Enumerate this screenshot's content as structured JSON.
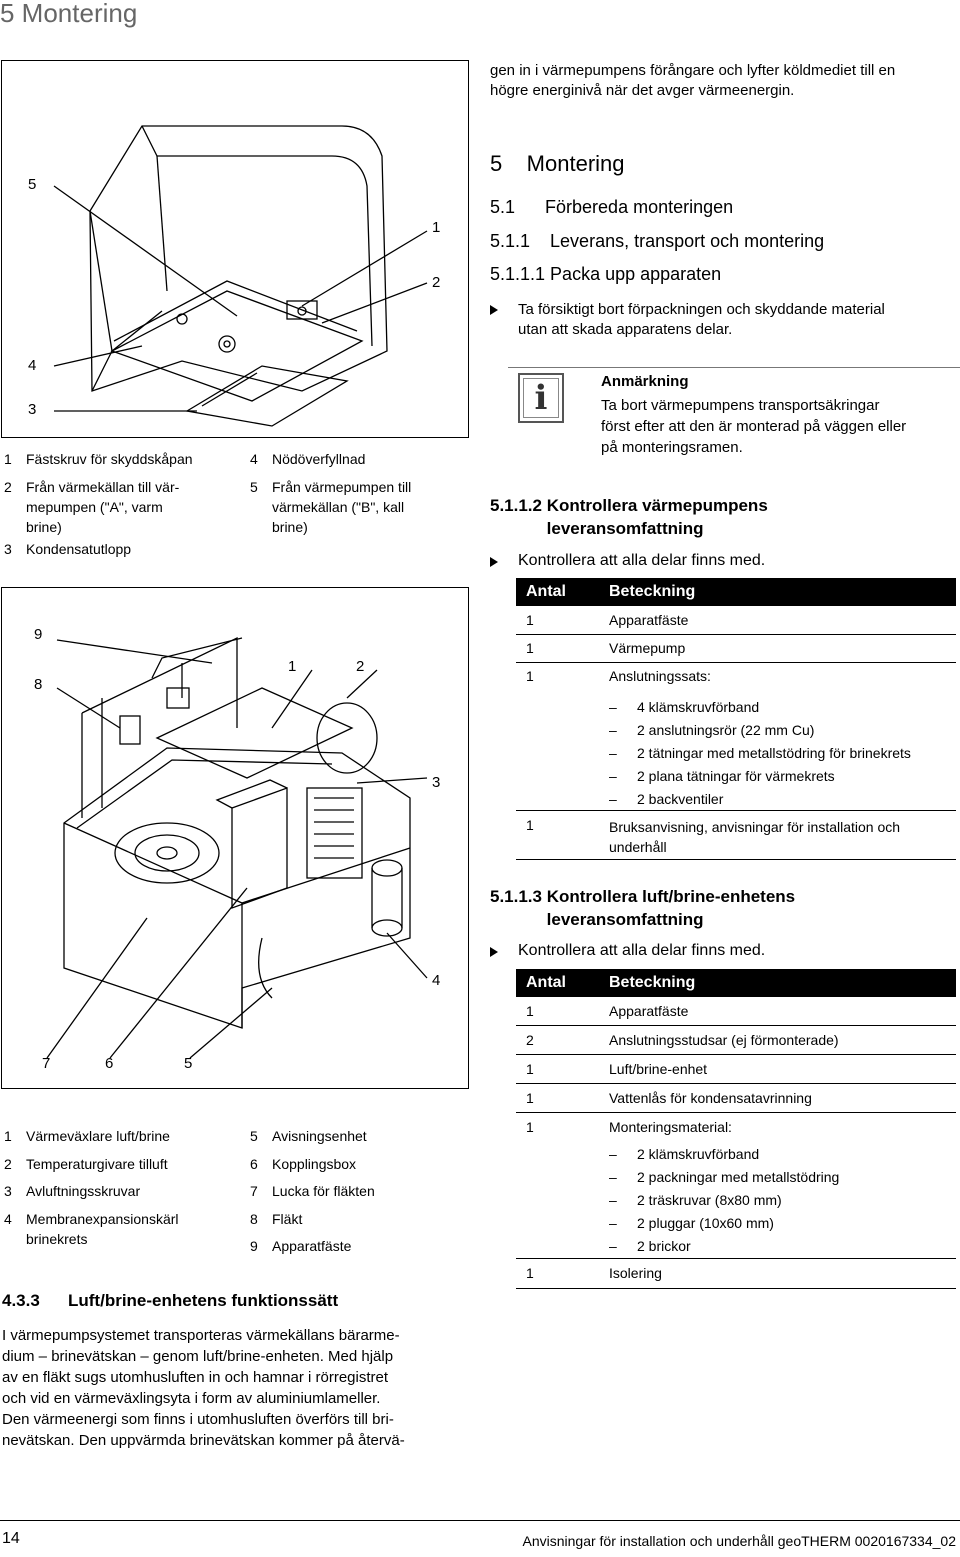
{
  "header": {
    "title": "5 Montering"
  },
  "figure1": {
    "callouts": [
      "5",
      "1",
      "2",
      "4",
      "3"
    ],
    "legend": [
      {
        "n": "1",
        "t": "Fästskruv för skyddskåpan"
      },
      {
        "n": "2",
        "t": "Från värmekällan till vär-\nmepumpen (\"A\", varm\nbrine)"
      },
      {
        "n": "3",
        "t": "Kondensatutlopp"
      },
      {
        "n": "4",
        "t": "Nödöverfyllnad"
      },
      {
        "n": "5",
        "t": "Från värmepumpen till\nvärmekällan (\"B\", kall\nbrine)"
      }
    ]
  },
  "figure2": {
    "callouts": [
      "9",
      "8",
      "1",
      "2",
      "3",
      "4",
      "7",
      "6",
      "5"
    ],
    "legend": [
      {
        "n": "1",
        "t": "Värmeväxlare luft/brine"
      },
      {
        "n": "2",
        "t": "Temperaturgivare tilluft"
      },
      {
        "n": "3",
        "t": "Avluftningsskruvar"
      },
      {
        "n": "4",
        "t": "Membranexpansionskärl\nbrinekrets"
      },
      {
        "n": "5",
        "t": "Avisningsenhet"
      },
      {
        "n": "6",
        "t": "Kopplingsbox"
      },
      {
        "n": "7",
        "t": "Lucka för fläkten"
      },
      {
        "n": "8",
        "t": "Fläkt"
      },
      {
        "n": "9",
        "t": "Apparatfäste"
      }
    ]
  },
  "left": {
    "section_num": "4.3.3",
    "section_title": "Luft/brine-enhetens funktionssätt",
    "body": "I värmepumpsystemet transporteras värmekällans bärarme-\ndium – brinevätskan – genom luft/brine-enheten. Med hjälp\nav en fläkt sugs utomhusluften in och hamnar i rörregistret\noch vid en värmeväxlingsyta i form av aluminiumlameller.\nDen värmeenergi som finns i utomhusluften överförs till bri-\nnevätskan. Den uppvärmda brinevätskan kommer på återvä-"
  },
  "right": {
    "intro": "gen in i värmepumpens förångare och lyfter köldmediet till en\nhögre energinivå när det avger värmeenergin.",
    "h_5": "5    Montering",
    "h_51": "5.1      Förbereda monteringen",
    "h_511": "5.1.1    Leverans, transport och montering",
    "h_5111": "5.1.1.1 Packa upp apparaten",
    "step1": "Ta försiktigt bort förpackningen och skyddande material\nutan att skada apparatens delar.",
    "note_title": "Anmärkning",
    "note_body": "Ta bort värmepumpens transportsäkringar\nförst efter att den är monterad på väggen eller\npå monteringsramen.",
    "note_icon_letter": "i",
    "h_5112": "5.1.1.2 Kontrollera värmepumpens\n            leveransomfattning",
    "step2": "Kontrollera att alla delar finns med.",
    "table1": {
      "col1": "Antal",
      "col2": "Beteckning",
      "rows": [
        {
          "n": "1",
          "t": "Apparatfäste"
        },
        {
          "n": "1",
          "t": "Värmepump"
        },
        {
          "n": "1",
          "t": "Anslutningssats:",
          "sub": [
            "4 klämskruvförband",
            "2 anslutningsrör (22 mm Cu)",
            "2 tätningar med metallstödring för brinekrets",
            "2 plana tätningar för värmekrets",
            "2 backventiler"
          ]
        },
        {
          "n": "1",
          "t": "Bruksanvisning, anvisningar för installation och\nunderhåll"
        }
      ]
    },
    "h_5113": "5.1.1.3 Kontrollera luft/brine-enhetens\n            leveransomfattning",
    "step3": "Kontrollera att alla delar finns med.",
    "table2": {
      "col1": "Antal",
      "col2": "Beteckning",
      "rows": [
        {
          "n": "1",
          "t": "Apparatfäste"
        },
        {
          "n": "2",
          "t": "Anslutningsstudsar (ej förmonterade)"
        },
        {
          "n": "1",
          "t": "Luft/brine-enhet"
        },
        {
          "n": "1",
          "t": "Vattenlås för kondensatavrinning"
        },
        {
          "n": "1",
          "t": "Monteringsmaterial:",
          "sub": [
            "2 klämskruvförband",
            "2 packningar med metallstödring",
            "2 träskruvar (8x80 mm)",
            "2 pluggar (10x60 mm)",
            "2 brickor"
          ]
        },
        {
          "n": "1",
          "t": "Isolering"
        }
      ]
    }
  },
  "footer": {
    "page_num": "14",
    "doc": "Anvisningar för installation och underhåll geoTHERM 0020167334_02"
  }
}
